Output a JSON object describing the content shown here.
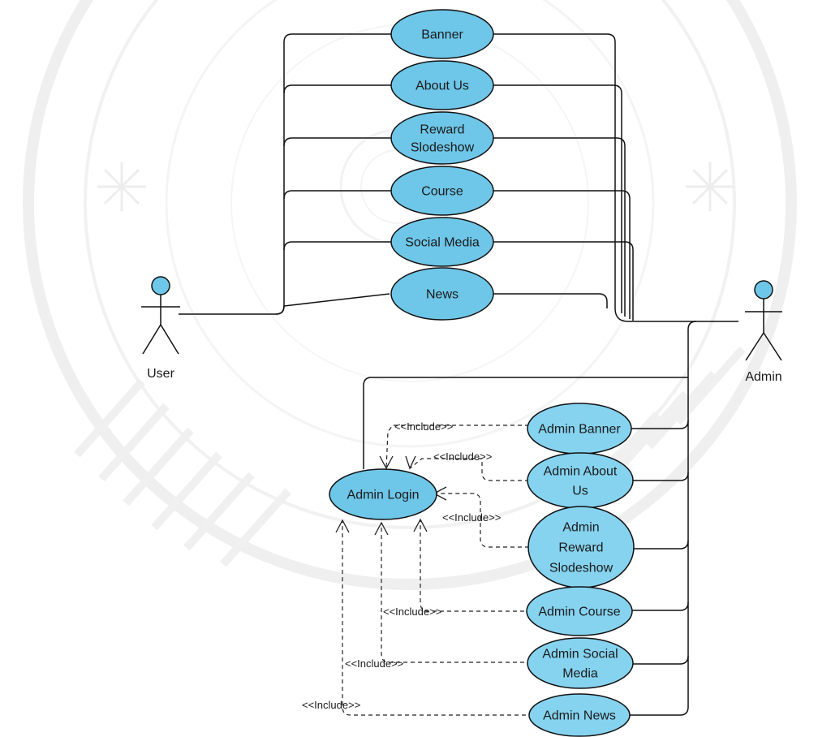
{
  "colors": {
    "use_case_fill": "#6ec6e8",
    "use_case_fill_light": "#86d3f0",
    "actor_head_fill": "#6ec6e8",
    "line": "#111111",
    "watermark": "#d9d9d9"
  },
  "actors": {
    "user": {
      "label": "User"
    },
    "admin": {
      "label": "Admin"
    }
  },
  "user_use_cases": [
    {
      "id": "banner",
      "lines": [
        "Banner"
      ]
    },
    {
      "id": "about-us",
      "lines": [
        "About Us"
      ]
    },
    {
      "id": "reward-slodeshow",
      "lines": [
        "Reward",
        "Slodeshow"
      ]
    },
    {
      "id": "course",
      "lines": [
        "Course"
      ]
    },
    {
      "id": "social-media",
      "lines": [
        "Social Media"
      ]
    },
    {
      "id": "news",
      "lines": [
        "News"
      ]
    }
  ],
  "login_use_case": {
    "id": "admin-login",
    "lines": [
      "Admin Login"
    ]
  },
  "admin_use_cases": [
    {
      "id": "admin-banner",
      "lines": [
        "Admin Banner"
      ]
    },
    {
      "id": "admin-about-us",
      "lines": [
        "Admin About",
        "Us"
      ]
    },
    {
      "id": "admin-reward-slodeshow",
      "lines": [
        "Admin",
        "Reward",
        "Slodeshow"
      ]
    },
    {
      "id": "admin-course",
      "lines": [
        "Admin Course"
      ]
    },
    {
      "id": "admin-social-media",
      "lines": [
        "Admin Social",
        "Media"
      ]
    },
    {
      "id": "admin-news",
      "lines": [
        "Admin News"
      ]
    }
  ],
  "include_label": "<<Include>>",
  "include_count": 6
}
